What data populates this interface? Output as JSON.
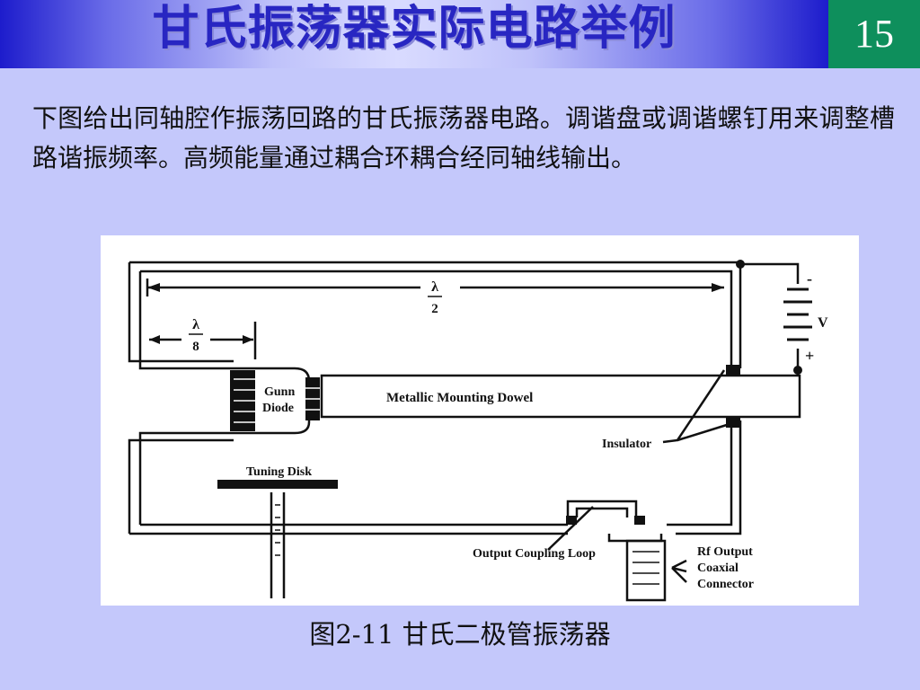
{
  "slide": {
    "title": "甘氏振荡器实际电路举例",
    "page_number": "15",
    "body": "下图给出同轴腔作振荡回路的甘氏振荡器电路。调谐盘或调谐螺钉用来调整槽路谐振频率。高频能量通过耦合环耦合经同轴线输出。",
    "caption": "图2-11  甘氏二极管振荡器"
  },
  "diagram": {
    "half_wave_symbol": "λ",
    "half_wave_denominator": "2",
    "eighth_wave_symbol": "λ",
    "eighth_wave_denominator": "8",
    "battery_minus": "-",
    "battery_label": "V",
    "battery_plus": "+",
    "gunn_line1": "Gunn",
    "gunn_line2": "Diode",
    "dowel": "Metallic Mounting Dowel",
    "insulator": "Insulator",
    "tuning_disk": "Tuning Disk",
    "coupling_loop": "Output Coupling  Loop",
    "rf_line1": "Rf Output",
    "rf_line2": "Coaxial",
    "rf_line3": "Connector"
  },
  "colors": {
    "background": "#c4c8fb",
    "title_text": "#2826c2",
    "page_box": "#0e8f5c"
  }
}
